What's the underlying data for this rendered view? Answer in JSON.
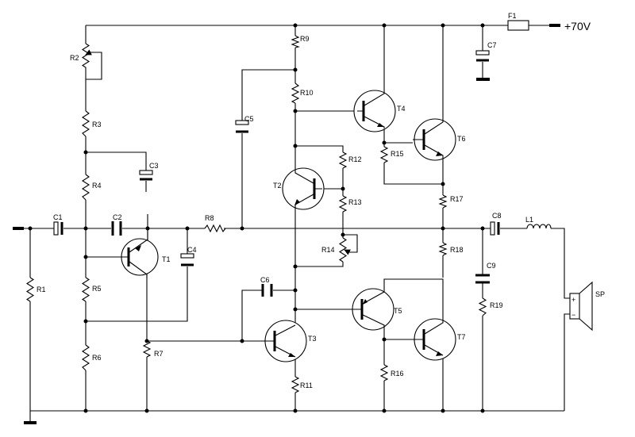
{
  "supply": {
    "label": "+70V"
  },
  "fuse": {
    "label": "F1"
  },
  "speaker": {
    "label": "SP",
    "plus": "+",
    "minus": "−"
  },
  "inductor": {
    "label": "L1"
  },
  "resistors": {
    "R1": "R1",
    "R2": "R2",
    "R3": "R3",
    "R4": "R4",
    "R5": "R5",
    "R6": "R6",
    "R7": "R7",
    "R8": "R8",
    "R9": "R9",
    "R10": "R10",
    "R11": "R11",
    "R12": "R12",
    "R13": "R13",
    "R14": "R14",
    "R15": "R15",
    "R16": "R16",
    "R17": "R17",
    "R18": "R18",
    "R19": "R19"
  },
  "capacitors": {
    "C1": "C1",
    "C2": "C2",
    "C3": "C3",
    "C4": "C4",
    "C5": "C5",
    "C6": "C6",
    "C7": "C7",
    "C8": "C8",
    "C9": "C9"
  },
  "transistors": {
    "T1": "T1",
    "T2": "T2",
    "T3": "T3",
    "T4": "T4",
    "T5": "T5",
    "T6": "T6",
    "T7": "T7"
  }
}
